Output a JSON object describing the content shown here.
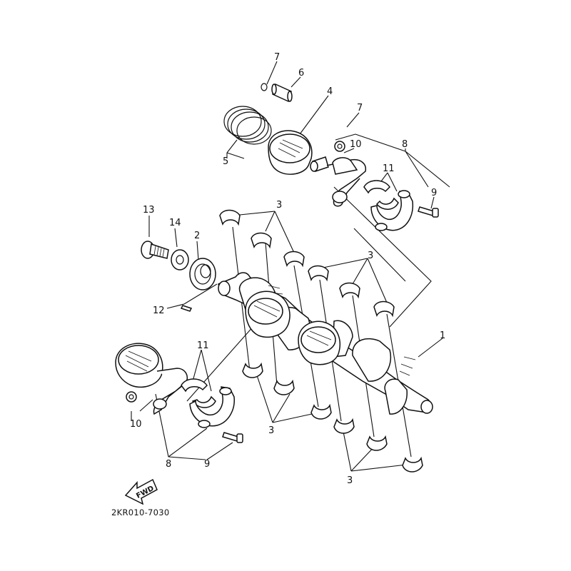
{
  "diagram": {
    "code": "2KR010-7030",
    "fwd_label": "FWD",
    "callouts": {
      "c1": "1",
      "c2": "2",
      "c3a": "3",
      "c3b": "3",
      "c3c": "3",
      "c3d": "3",
      "c4": "4",
      "c5": "5",
      "c6": "6",
      "c7a": "7",
      "c7b": "7",
      "c8a": "8",
      "c8b": "8",
      "c9a": "9",
      "c9b": "9",
      "c10a": "10",
      "c10b": "10",
      "c11a": "11",
      "c11b": "11",
      "c12": "12",
      "c13": "13",
      "c14": "14"
    }
  }
}
